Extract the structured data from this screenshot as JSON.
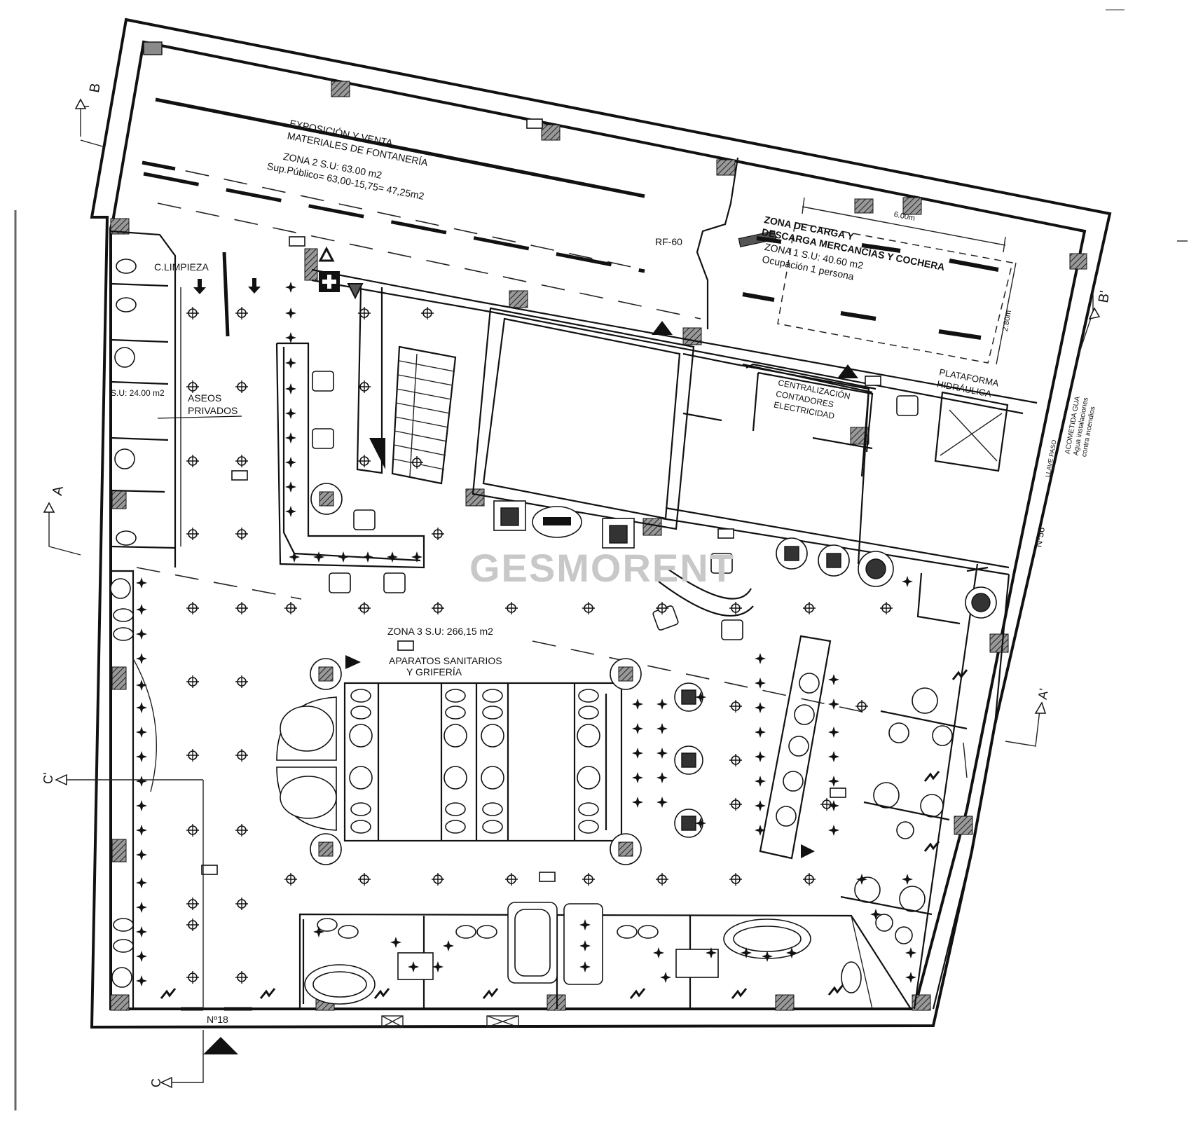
{
  "watermark": "GESMORENT",
  "zones": {
    "zona2_title_1": "EXPOSICIÓN Y VENTA",
    "zona2_title_2": "MATERIALES DE FONTANERÍA",
    "zona2_su": "ZONA 2  S.U: 63.00 m2",
    "zona2_public": "Sup.Público= 63,00-15,75= 47,25m2",
    "zona1_title_1": "ZONA DE CARGA Y",
    "zona1_title_2": "DESCARGA MERCANCÍAS Y COCHERA",
    "zona1_su": "ZONA 1  S.U: 40.60 m2",
    "zona1_ocup": "Ocupación 1 persona",
    "zona3_su": "ZONA 3  S.U: 266,15 m2",
    "zona3_title_1": "APARATOS SANITARIOS",
    "zona3_title_2": "Y GRIFERÍA"
  },
  "rooms": {
    "limpieza": "C.LIMPIEZA",
    "aseos_su": "S.U: 24.00 m2",
    "aseos_1": "ASEOS",
    "aseos_2": "PRIVADOS",
    "centralizacion_1": "CENTRALIZACIÓN",
    "centralizacion_2": "CONTADORES",
    "centralizacion_3": "ELECTRICIDAD",
    "plataforma_1": "PLATAFORMA",
    "plataforma_2": "HIDRÁULICA",
    "acometida_1": "ACOMETIDA GUA",
    "acometida_2": "Agua instalaciones",
    "acometida_3": "contra incendios",
    "llave": "LLAVE PASO"
  },
  "tags": {
    "rf60": "RF-60",
    "dim_width": "6.00m",
    "dim_height": "2.80m",
    "n18": "Nº18",
    "n56": "Nº56"
  },
  "sections": {
    "B": "B",
    "B_prime": "B'",
    "A": "A",
    "A_prime": "A'",
    "C": "C",
    "C_prime": "C'"
  }
}
